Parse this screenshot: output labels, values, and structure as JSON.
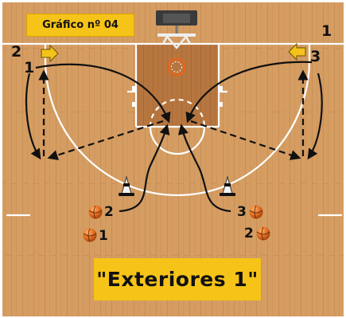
{
  "diagram_title": "Gráfico nº 04",
  "caption": "\"Exteriores 1\"",
  "labels": {
    "corner_number": "1",
    "left_top_back": "2",
    "left_top_front": "1",
    "right_top": "3",
    "left_mid": "2",
    "left_low": "1",
    "right_mid": "3",
    "right_low": "2"
  },
  "colors": {
    "court_wood": "#d49a5e",
    "paint_wood": "#b5723d",
    "title_background": "#f6c318",
    "ball_orange": "#d8641c",
    "arrow_yellow": "#f4c21a",
    "lines": "#ffffff",
    "paths": "#111111"
  },
  "icons": [
    "basketball-hoop-icon",
    "basketball-icon",
    "traffic-cone-icon",
    "arrow-marker-icon"
  ]
}
